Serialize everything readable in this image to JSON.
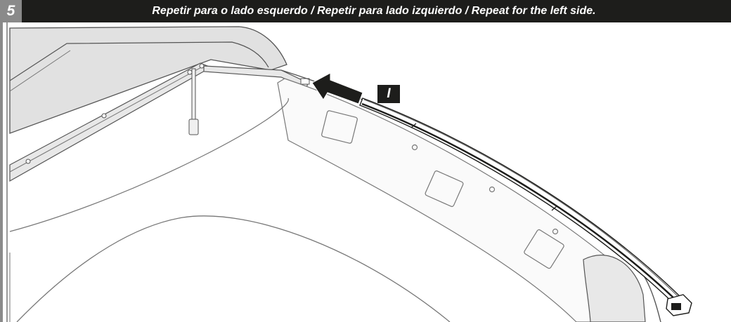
{
  "header": {
    "step_number": "5",
    "instruction": "Repetir para o lado esquerdo / Repetir para lado izquierdo / Repeat  for the left side."
  },
  "callout": {
    "part_label": "I"
  },
  "illustration": {
    "icons": [
      "direction-arrow-icon",
      "roof-rail-part",
      "rail-end-clip"
    ],
    "colors": {
      "outline": "#555555",
      "panel_fill": "#e1e1e1",
      "black": "#1d1d1b",
      "step_box": "#8a8a8a"
    }
  }
}
